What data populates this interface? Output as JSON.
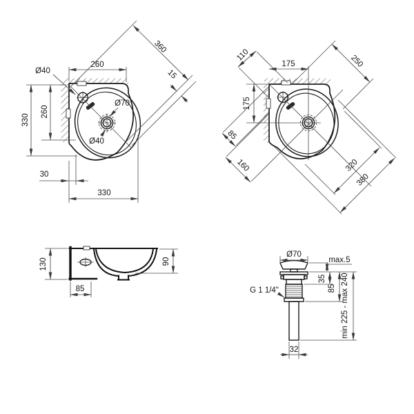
{
  "drawing": {
    "background": "#ffffff",
    "outline_color": "#1a1a1a",
    "dimension_color": "#4a4a4a",
    "text_color": "#141414",
    "views": {
      "plan_left": {
        "faucet_hole_dia": "Ø40",
        "top_width": "260",
        "diagonal_width": "360",
        "rim_offset": "15",
        "left_depth": "330",
        "basin_depth": "260",
        "drain_outer_dia": "Ø70",
        "drain_dia": "Ø40",
        "side_offset": "30",
        "bottom_width": "330"
      },
      "plan_corner": {
        "mount_spacing": "110",
        "drain_offset_x": "175",
        "corner_half_width": "250",
        "drain_offset_y": "175",
        "corner_front": "85",
        "front_depth": "160",
        "basin_width": "320",
        "total_width": "380"
      },
      "side": {
        "height": "130",
        "bowl_depth": "90",
        "back_depth": "85"
      },
      "drain": {
        "cap_dia": "Ø70",
        "protrusion": "max.5",
        "upper_height": "35",
        "body_height": "85",
        "thread": "G 1 1/4\"",
        "install_height": "min 225 - max 240",
        "pipe_dia": "32"
      }
    }
  }
}
